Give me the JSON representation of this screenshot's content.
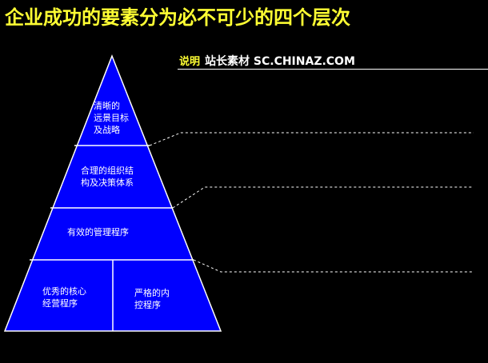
{
  "title": "企业成功的要素分为必不可少的四个层次",
  "note": {
    "label": "说明",
    "text": "站长素材 SC.CHINAZ.COM"
  },
  "pyramid": {
    "fill_color": "#0000ff",
    "border_color": "#ffffff",
    "tiers": [
      {
        "lines": [
          "清晰的",
          "远景目标",
          "及战略"
        ]
      },
      {
        "lines": [
          "合理的组织结",
          "构及决策体系"
        ]
      },
      {
        "lines": [
          "有效的管理程序"
        ]
      },
      {
        "lines": [
          "优秀的核心",
          "经营程序"
        ]
      },
      {
        "lines": [
          "严格的内",
          "控程序"
        ]
      }
    ]
  },
  "colors": {
    "background": "#000000",
    "title": "#ffff33",
    "text": "#ffffff"
  }
}
